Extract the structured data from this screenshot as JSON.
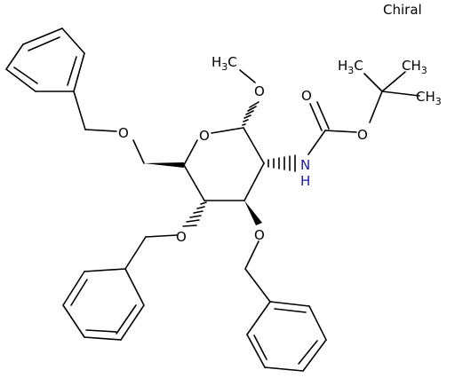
{
  "chiral_label": "Chiral",
  "colors": {
    "bond": "#000000",
    "oxygen": "#000000",
    "nitrogen": "#1a1aa8",
    "carbon_label": "#000000",
    "background": "#ffffff"
  },
  "atom_labels": {
    "ring_oxygen": "O",
    "methoxy_oxygen": "O",
    "methyl": "H3C",
    "amine": "N",
    "amine_h": "H",
    "carbonyl_oxygen": "O",
    "ester_oxygen": "O",
    "tbu_methyl_1": "H3C",
    "tbu_methyl_2": "CH3",
    "tbu_methyl_3": "CH3",
    "benzyl_oxygen_c6": "O",
    "benzyl_oxygen_c4": "O",
    "benzyl_oxygen_c3": "O"
  }
}
